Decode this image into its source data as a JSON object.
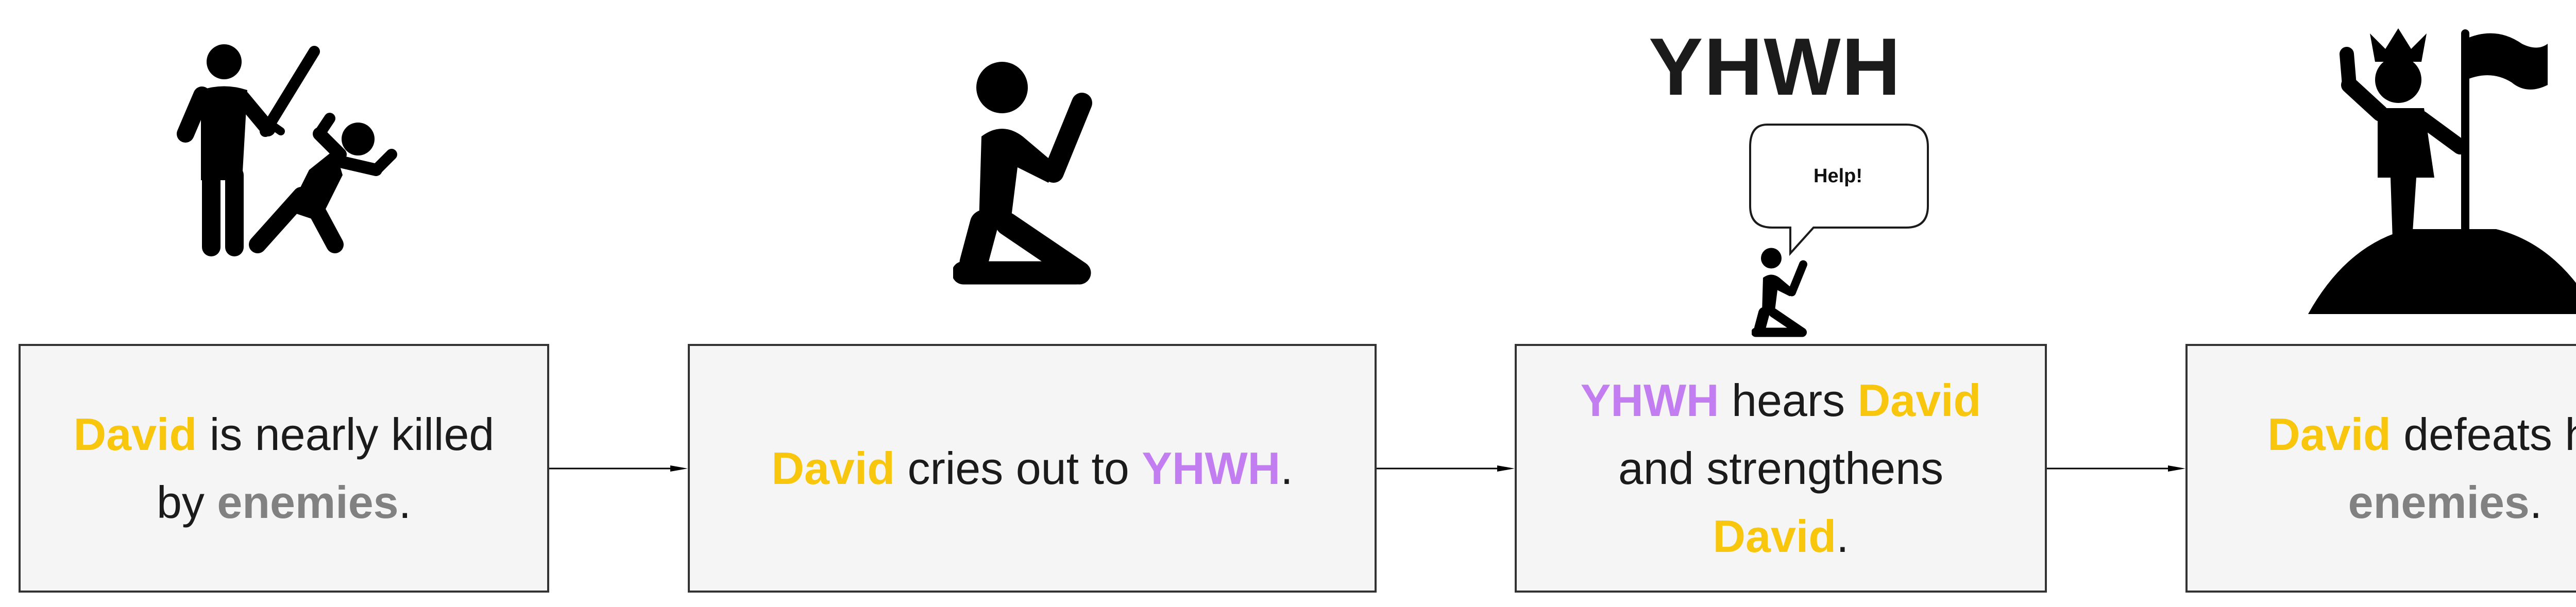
{
  "colors": {
    "david": "#f7c60d",
    "yhwh": "#c27df0",
    "enemies": "#818181",
    "box_fill": "#f5f5f5",
    "box_border": "#333333"
  },
  "header": {
    "title": "YHWH",
    "speech_bubble": "Help!"
  },
  "icons": [
    "fighting-figures-icon",
    "kneeling-prayer-icon",
    "kneeling-prayer-small-icon",
    "victory-hill-flag-icon"
  ],
  "steps": [
    {
      "segments": [
        "David",
        " is nearly killed by ",
        "enemies",
        "."
      ]
    },
    {
      "segments": [
        "David",
        " cries out to ",
        "YHWH",
        "."
      ]
    },
    {
      "segments": [
        "YHWH",
        " hears ",
        "David",
        " and strengthens ",
        "David",
        "."
      ]
    },
    {
      "segments": [
        "David",
        " defeats his ",
        "enemies",
        "."
      ]
    }
  ]
}
